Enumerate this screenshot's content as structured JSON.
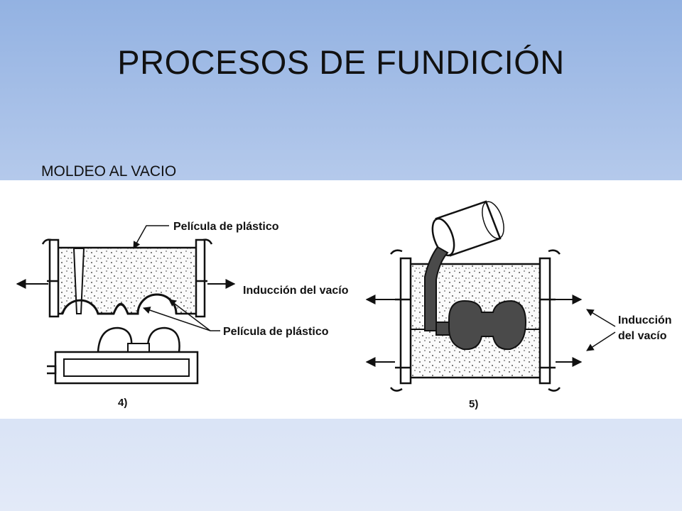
{
  "slide": {
    "title": "PROCESOS DE FUNDICIÓN",
    "subtitle": "MOLDEO AL VACIO"
  },
  "figure": {
    "left_panel": {
      "label_top": "Película de plástico",
      "label_middle": "Inducción del vacío",
      "label_bottom": "Película de plástico",
      "number": "4)"
    },
    "right_panel": {
      "label_line1": "Inducción",
      "label_line2": "del vacío",
      "number": "5)"
    }
  },
  "colors": {
    "slide_gradient_top": "#93b2e2",
    "slide_gradient_bottom": "#e3eaf8",
    "ink": "#111111",
    "metal": "#4a4a4a"
  }
}
